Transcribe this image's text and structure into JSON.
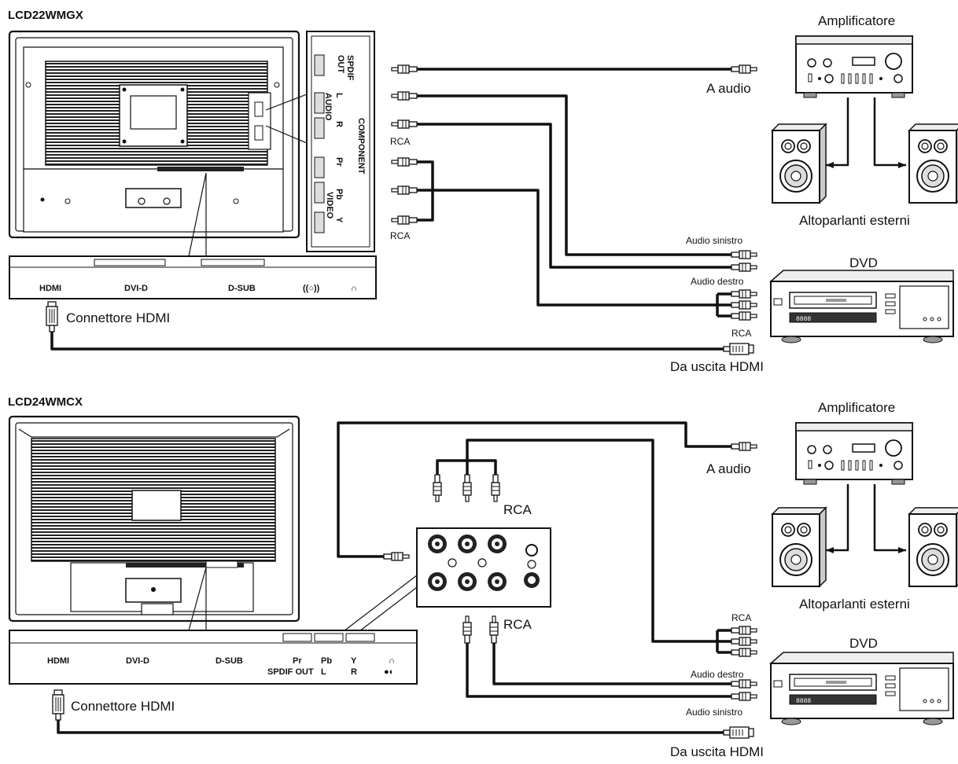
{
  "diagram_top": {
    "model": "LCD22WMGX",
    "amplifier_label": "Amplificatore",
    "a_audio_label": "A audio",
    "speakers_label": "Altoparlanti esterni",
    "dvd_label": "DVD",
    "rca_label_1": "RCA",
    "rca_label_2": "RCA",
    "rca_label_3": "RCA",
    "audio_left_label": "Audio sinistro",
    "audio_right_label": "Audio destro",
    "hdmi_connector_label": "Connettore HDMI",
    "hdmi_out_label": "Da uscita HDMI",
    "side_panel": {
      "spdif": "SPDIF",
      "out": "OUT",
      "l": "L",
      "r": "R",
      "audio": "AUDIO",
      "pr": "Pr",
      "pb": "Pb",
      "y": "Y",
      "video": "VIDEO",
      "component": "COMPONENT"
    },
    "bottom_ports": [
      "HDMI",
      "DVI-D",
      "D-SUB",
      "((○))",
      "∩"
    ]
  },
  "diagram_bottom": {
    "model": "LCD24WMCX",
    "amplifier_label": "Amplificatore",
    "a_audio_label": "A audio",
    "speakers_label": "Altoparlanti esterni",
    "dvd_label": "DVD",
    "rca_label_1": "RCA",
    "rca_label_2": "RCA",
    "rca_label_3": "RCA",
    "audio_right_label": "Audio destro",
    "audio_left_label": "Audio sinistro",
    "hdmi_connector_label": "Connettore HDMI",
    "hdmi_out_label": "Da uscita HDMI",
    "bottom_ports_top": [
      "HDMI",
      "DVI-D",
      "D-SUB",
      "Pr",
      "Pb",
      "Y",
      "∩"
    ],
    "bottom_ports_second": [
      "SPDIF  OUT",
      "L",
      "R",
      "●◐"
    ]
  },
  "dvd_display": "8888"
}
